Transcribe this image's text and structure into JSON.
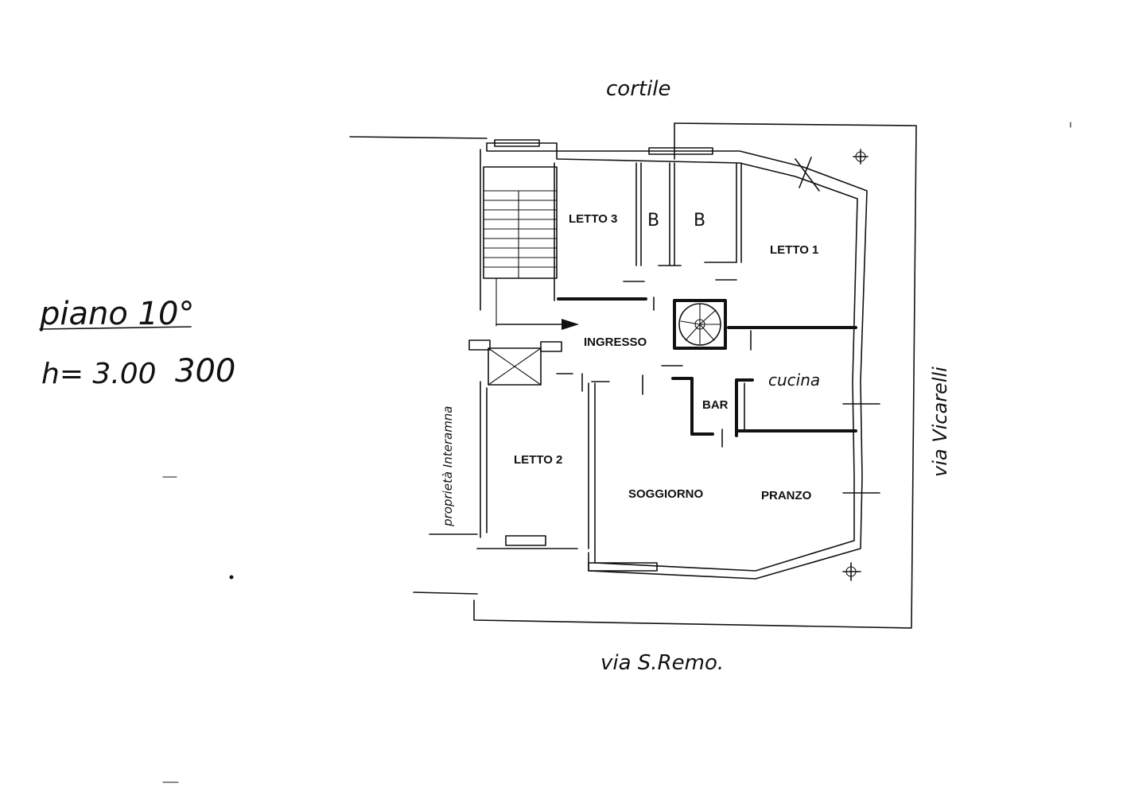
{
  "floor_label": "piano 10°",
  "height_label": "h= 3.00",
  "height_value": "300",
  "streets": {
    "top": "cortile",
    "bottom": "via S.Remo.",
    "right": "via Vicarelli",
    "left": "proprietà Interamna"
  },
  "rooms": {
    "letto3": "LETTO 3",
    "bagno_a": "B",
    "bagno_b": "B",
    "letto1": "LETTO 1",
    "ingresso": "INGRESSO",
    "cucina": "cucina",
    "bar": "BAR",
    "letto2": "LETTO 2",
    "soggiorno": "SOGGIORNO",
    "pranzo": "PRANZO"
  }
}
